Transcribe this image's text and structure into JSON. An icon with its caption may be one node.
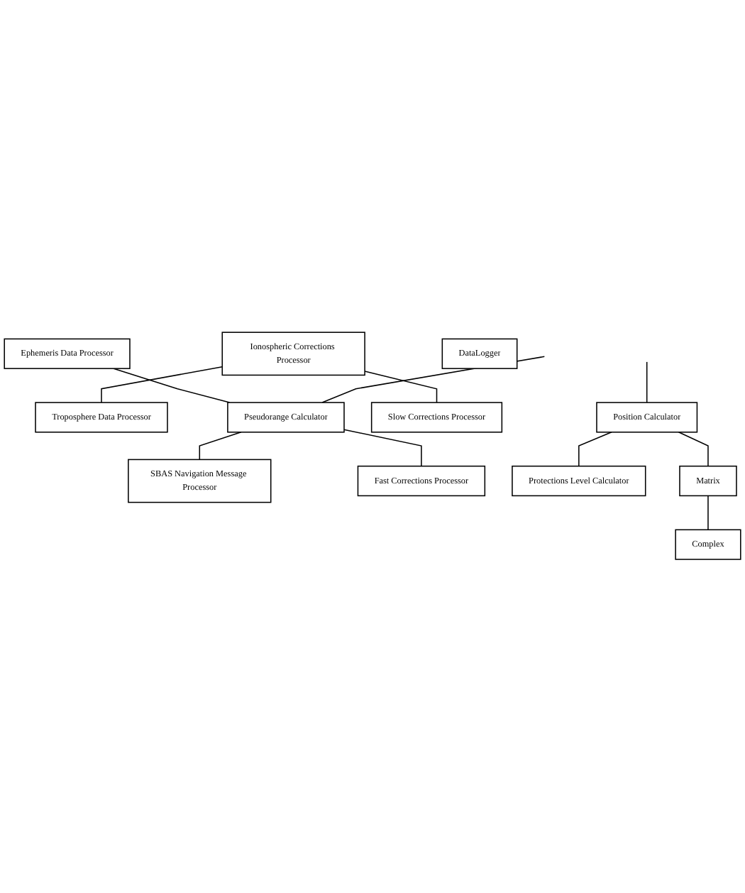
{
  "diagram": {
    "nodes": [
      {
        "text": [
          "Ephemeris Data Processor"
        ]
      },
      {
        "text": [
          "Ionospheric Corrections Processor"
        ]
      },
      {
        "text": [
          "Troposphere Data Processor"
        ]
      },
      {
        "text": [
          "Pseudorange Calculator"
        ]
      },
      {
        "text": [
          "SBAS Navigation Message Processor"
        ]
      },
      {
        "text": [
          "Fast Corrections Processor"
        ]
      },
      {
        "text": [
          "Slow Corrections Processor"
        ]
      },
      {
        "text": [
          "Position Calculator"
        ]
      },
      {
        "text": [
          "Protections Level Calculator"
        ]
      },
      {
        "text": [
          "Matrix"
        ]
      },
      {
        "text": [
          "Complex"
        ]
      },
      {
        "text": [
          "DataLogger"
        ]
      }
    ],
    "edges": [
      {
        "from": 0,
        "to": 3,
        "arrow": "none"
      },
      {
        "from": 1,
        "to": 2,
        "arrow": "none"
      },
      {
        "from": 3,
        "to": 4,
        "arrow": "none"
      },
      {
        "from": 1,
        "to": 6,
        "arrow": "none"
      },
      {
        "from": 3,
        "to": 5,
        "arrow": "none"
      },
      {
        "from": null,
        "to": 3,
        "arrow": "none"
      },
      {
        "from": 7,
        "to": 8,
        "arrow": "none"
      },
      {
        "from": null,
        "to": 7,
        "arrow": "none"
      },
      {
        "from": 7,
        "to": 9,
        "arrow": "none"
      },
      {
        "from": 9,
        "to": 10,
        "arrow": "none"
      }
    ]
  }
}
